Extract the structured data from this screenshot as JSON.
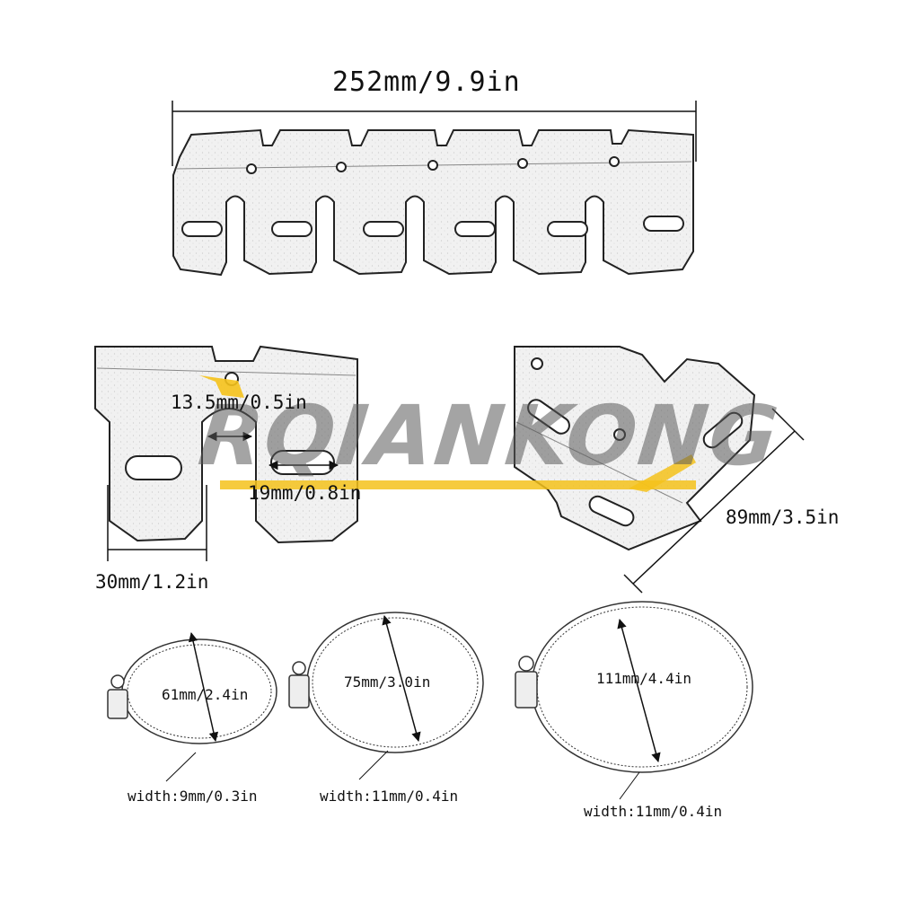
{
  "heat_shield": {
    "length_label": "252mm/9.9in"
  },
  "detail_views": {
    "slot_gap_label": "13.5mm/0.5in",
    "slot_width_label": "19mm/0.8in",
    "tab_width_label": "30mm/1.2in",
    "shield_height_label": "89mm/3.5in"
  },
  "watermark": {
    "text": "RQIANKONG",
    "accent_color": "#f5c21b",
    "text_color": "#5a5a5a"
  },
  "clamps": [
    {
      "diameter_label": "61mm/2.4in",
      "width_label": "width:9mm/0.3in"
    },
    {
      "diameter_label": "75mm/3.0in",
      "width_label": "width:11mm/0.4in"
    },
    {
      "diameter_label": "111mm/4.4in",
      "width_label": "width:11mm/0.4in"
    }
  ]
}
